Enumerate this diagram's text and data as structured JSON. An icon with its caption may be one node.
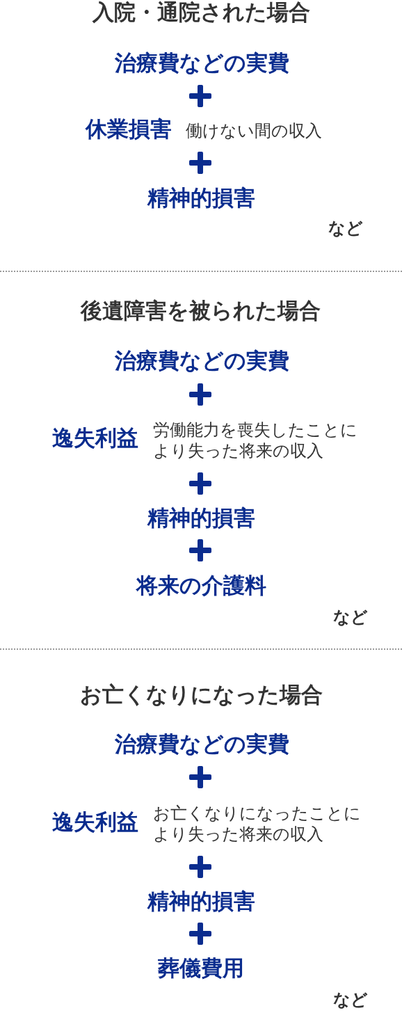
{
  "diagram": {
    "labels": [
      "入院・通院された場合",
      "治療費などの実費",
      "休業損害",
      "働けない間の収入",
      "精神的損害",
      "など",
      "後遺障害を被られた場合",
      "治療費などの実費",
      "逸失利益",
      "労働能力を喪失したことにより失った将来の収入",
      "精神的損害",
      "将来の介護料",
      "など",
      "お亡くなりになった場合",
      "治療費などの実費",
      "逸失利益",
      "お亡くなりになったことにより失った将来の収入",
      "精神的損害",
      "葬儀費用",
      "など"
    ]
  }
}
